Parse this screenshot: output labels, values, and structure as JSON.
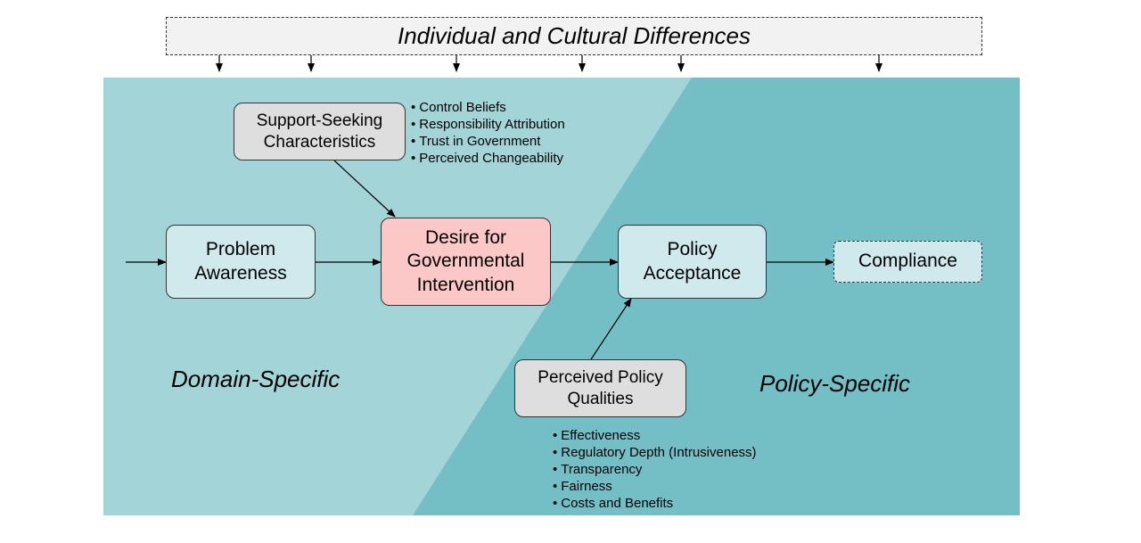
{
  "banner": {
    "title": "Individual and Cultural Differences"
  },
  "nodes": {
    "problem_awareness": "Problem\nAwareness",
    "desire": "Desire for\nGovernmental\nIntervention",
    "policy_acceptance": "Policy\nAcceptance",
    "compliance": "Compliance",
    "support_seeking": "Support-Seeking\nCharacteristics",
    "perceived_policy": "Perceived Policy\nQualities"
  },
  "support_bullets": [
    "Control Beliefs",
    "Responsibility Attribution",
    "Trust in Government",
    "Perceived Changeability"
  ],
  "policy_bullets": [
    "Effectiveness",
    "Regulatory Depth (Intrusiveness)",
    "Transparency",
    "Fairness",
    "Costs and Benefits"
  ],
  "regions": {
    "left": "Domain-Specific",
    "right": "Policy-Specific"
  },
  "colors": {
    "domain_region": "#a2d4d8",
    "policy_region": "#74bfc6",
    "light_node": "#cfe9ec",
    "desire_node": "#fbc7c7",
    "gray_node": "#dedede",
    "banner": "#f2f2f2"
  }
}
